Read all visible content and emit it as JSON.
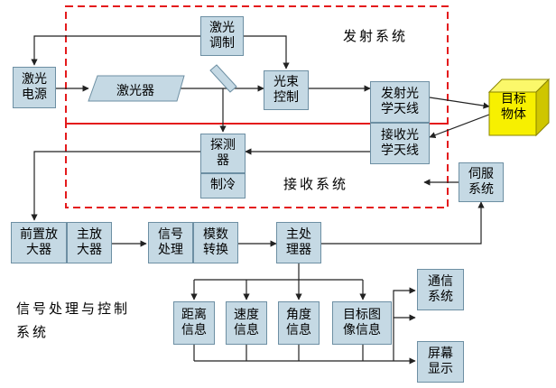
{
  "blocks": {
    "laser_mod": "激光\n调制",
    "laser_power": "激光\n电源",
    "laser": "激光器",
    "beam_ctrl": "光束\n控制",
    "tx_antenna": "发射光\n学天线",
    "rx_antenna": "接收光\n学天线",
    "detector": "探测\n器",
    "cooling": "制冷",
    "target": "目标\n物体",
    "servo": "伺服\n系统",
    "preamp": "前置放\n大器",
    "main_amp": "主放\n大器",
    "signal_proc": "信号\n处理",
    "adc": "模数\n转换",
    "main_proc": "主处\n理器",
    "range": "距离\n信息",
    "velocity": "速度\n信息",
    "angle": "角度\n信息",
    "target_image": "目标图\n像信息",
    "comm": "通信\n系统",
    "display": "屏幕\n显示"
  },
  "regions": {
    "tx_system": "发射系统",
    "rx_system": "接收系统",
    "sp_control": "信号处理与控制\n系统"
  },
  "colors": {
    "box_fill": "#c5d9e4",
    "box_border": "#6d8fa3",
    "dashed_border": "#e41a1c",
    "target_fill": "#f7f000"
  }
}
